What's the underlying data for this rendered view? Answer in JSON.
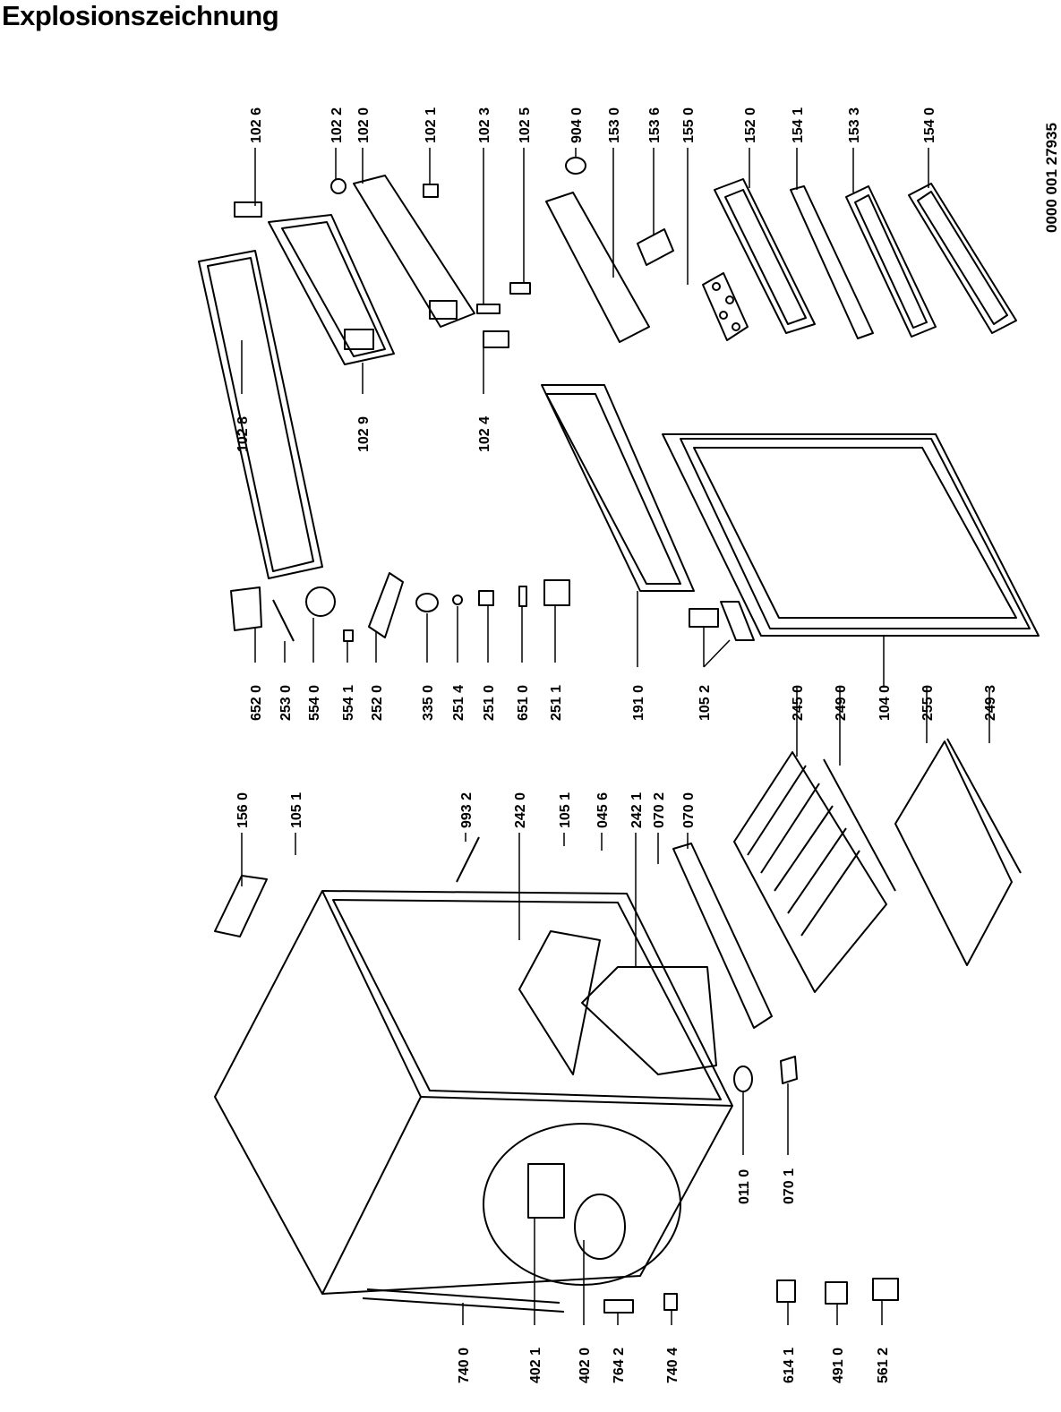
{
  "title": "Explosionszeichnung",
  "document_number": "0000 001 27935",
  "part_labels": [
    "102 6",
    "102 2",
    "102 0",
    "102 1",
    "102 3",
    "102 5",
    "904 0",
    "153 0",
    "153 6",
    "155 0",
    "152 0",
    "154 1",
    "153 3",
    "154 0",
    "102 8",
    "102 9",
    "102 4",
    "156 0",
    "105 1",
    "652 0",
    "253 0",
    "554 0",
    "554 1",
    "252 0",
    "335 0",
    "251 4",
    "251 0",
    "651 0",
    "251 1",
    "191 0",
    "105 2",
    "245 0",
    "249 0",
    "104 0",
    "255 0",
    "249 3",
    "993 2",
    "242 0",
    "105 1",
    "045 6",
    "242 1",
    "070 2",
    "070 0",
    "011 0",
    "070 1",
    "740 0",
    "402 1",
    "402 0",
    "764 2",
    "740 4",
    "614 1",
    "491 0",
    "561 2"
  ]
}
